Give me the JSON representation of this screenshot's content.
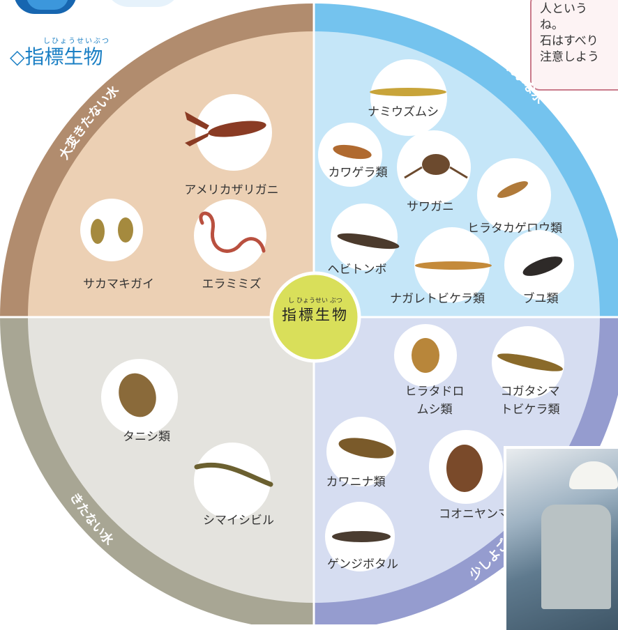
{
  "header": {
    "title": "◇指標生物",
    "title_ruby": "しひょうせいぶつ"
  },
  "speech_bubble": {
    "lines": [
      "人という",
      "ね。",
      "石はすべり",
      "注意しよう"
    ]
  },
  "center": {
    "label": "指標生物",
    "ruby": "し ひょうせい ぶつ"
  },
  "quadrants": [
    {
      "id": "very-dirty",
      "label": "大変きたない水",
      "bg": "#ecd0b4",
      "ring": "#b18c6e",
      "organisms": [
        {
          "name": "アメリカザリガニ",
          "icon": "crayfish-icon",
          "color": "#8a3b24"
        },
        {
          "name": "サカマキガイ",
          "icon": "snail-icon",
          "color": "#a58a3e"
        },
        {
          "name": "エラミミズ",
          "icon": "worm-icon",
          "color": "#b9503f"
        }
      ]
    },
    {
      "id": "clean",
      "label": "きれいな水",
      "bg": "#c5e6f8",
      "ring": "#74c3ee",
      "organisms": [
        {
          "name": "ナミウズムシ",
          "icon": "flatworm-icon",
          "color": "#c8a43a"
        },
        {
          "name": "カワゲラ類",
          "icon": "stonefly-icon",
          "color": "#b06a30"
        },
        {
          "name": "サワガニ",
          "icon": "crab-icon",
          "color": "#6c4a2e"
        },
        {
          "name": "ヒラタカゲロウ類",
          "icon": "mayfly-icon",
          "color": "#b07a3a"
        },
        {
          "name": "ヘビトンボ",
          "icon": "dobsonfly-icon",
          "color": "#4b3a2c"
        },
        {
          "name": "ナガレトビケラ類",
          "icon": "caddisfly-icon",
          "color": "#c48a3a"
        },
        {
          "name": "ブユ類",
          "icon": "blackfly-larva-icon",
          "color": "#2e2a28"
        }
      ]
    },
    {
      "id": "dirty",
      "label": "きたない水",
      "bg": "#e4e3de",
      "ring": "#a8a694",
      "organisms": [
        {
          "name": "タニシ類",
          "icon": "river-snail-icon",
          "color": "#8a6a3a"
        },
        {
          "name": "シマイシビル",
          "icon": "leech-icon",
          "color": "#6b6030"
        }
      ]
    },
    {
      "id": "slightly-dirty",
      "label": "少しよごれた水",
      "bg": "#d6ddf1",
      "ring": "#959ccf",
      "organisms": [
        {
          "name": "ヒラタドロムシ類",
          "lines": [
            "ヒラタドロ",
            "ムシ類"
          ],
          "icon": "water-penny-icon",
          "color": "#b8863a"
        },
        {
          "name": "コガタシマトビケラ類",
          "lines": [
            "コガタシマ",
            "トビケラ類"
          ],
          "icon": "netspinner-caddisfly-icon",
          "color": "#8a6a2a"
        },
        {
          "name": "カワニナ類",
          "icon": "freshwater-snail-icon",
          "color": "#7a5a2a"
        },
        {
          "name": "コオニヤンマ",
          "icon": "dragonfly-nymph-icon",
          "color": "#7a4a2a"
        },
        {
          "name": "ゲンジボタル",
          "icon": "firefly-larva-icon",
          "color": "#4a3c30"
        }
      ]
    }
  ]
}
